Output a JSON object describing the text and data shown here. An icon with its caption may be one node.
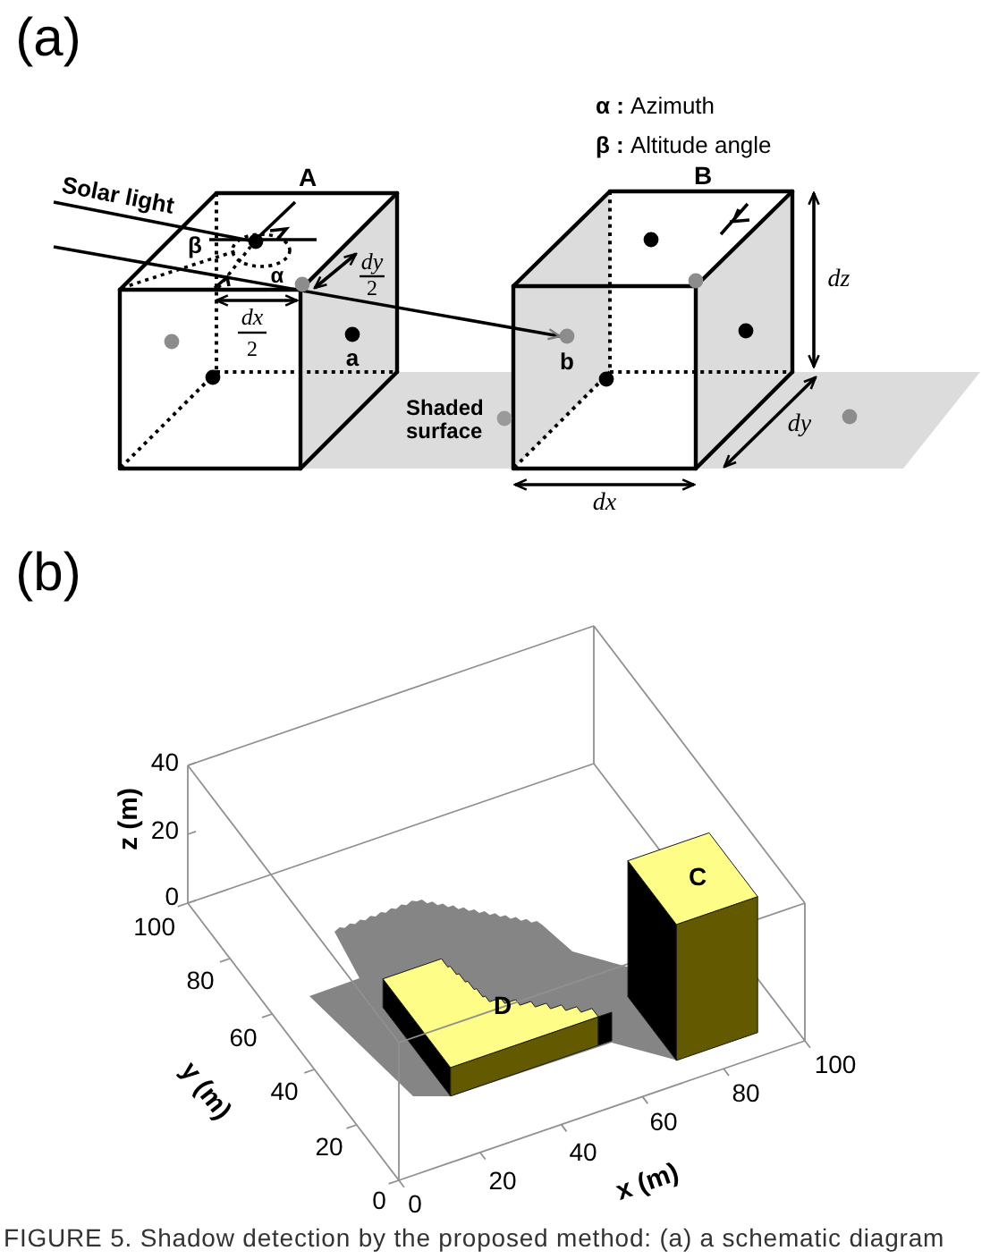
{
  "diagram": {
    "caption": "FIGURE 5. Shadow detection by the proposed method: (a) a schematic diagram",
    "labels": [
      "(a)",
      "**α :** Azimuth",
      "**β :** Altitude angle",
      "A",
      "B",
      "Solar light",
      "β",
      "dy",
      "2",
      "α",
      "dz",
      "dx",
      "2",
      "a",
      "b",
      "Shaded surface",
      "dy",
      "dx",
      "(b)",
      "40",
      "z (m)",
      "20",
      "0",
      "100",
      "C",
      "80",
      "D",
      "60",
      "y (m)",
      "40",
      "20",
      "0",
      "0",
      "20",
      "40",
      "60",
      "80",
      "100",
      "x (m)"
    ]
  }
}
